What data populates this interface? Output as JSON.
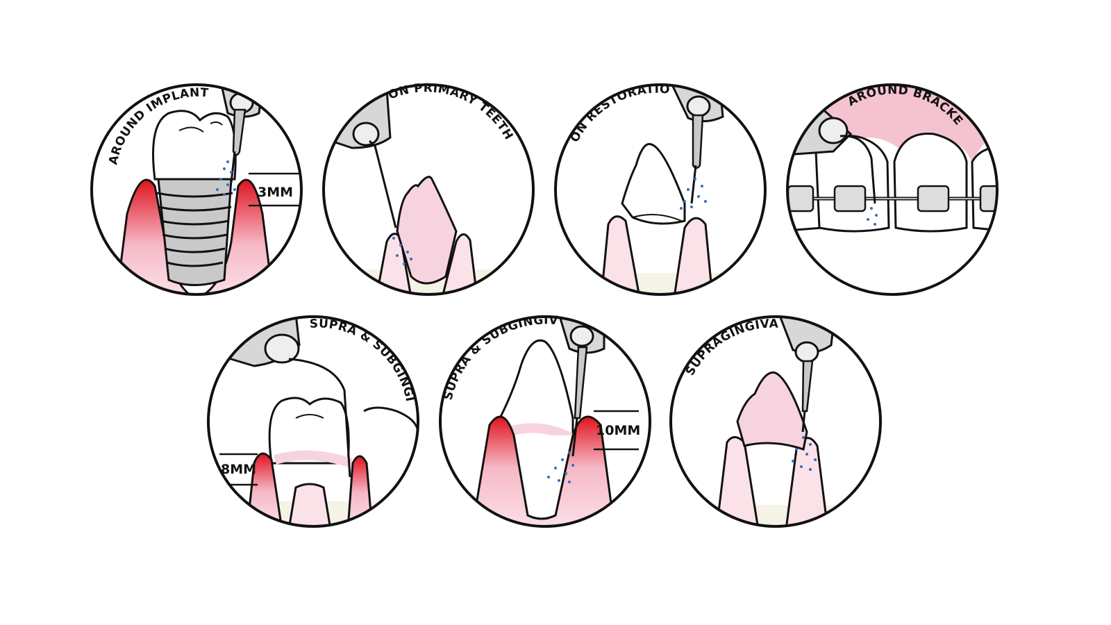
{
  "panels": [
    {
      "id": "implants",
      "label": "AROUND IMPLANTS",
      "measure": "3MM"
    },
    {
      "id": "primary",
      "label": "ON PRIMARY TEETH"
    },
    {
      "id": "restorations",
      "label": "ON RESTORATIONS"
    },
    {
      "id": "brackets",
      "label": "AROUND BRACKETS"
    },
    {
      "id": "supra-sub-1",
      "label": "SUPRA & SUBGINGIVAL",
      "measure": "8MM"
    },
    {
      "id": "supra-sub-2",
      "label": "SUPRA & SUBGINGIVAL",
      "measure": "10MM"
    },
    {
      "id": "supragingival",
      "label": "SUPRAGINGIVAL"
    }
  ],
  "colors": {
    "outline": "#111111",
    "gum_pink": "#f5b8c6",
    "gum_light": "#fbe1e8",
    "inflamed_red": "#e0141e",
    "bone": "#f5f2e6",
    "tooth_pink": "#f7d3df",
    "metal": "#c9c9c9",
    "water": "#2f6fc1",
    "brackets_gum": "#f5c3d0"
  },
  "icons": [
    "ultrasonic-tip-icon",
    "water-spray-icon",
    "tooth-icon",
    "implant-icon",
    "bracket-icon"
  ]
}
